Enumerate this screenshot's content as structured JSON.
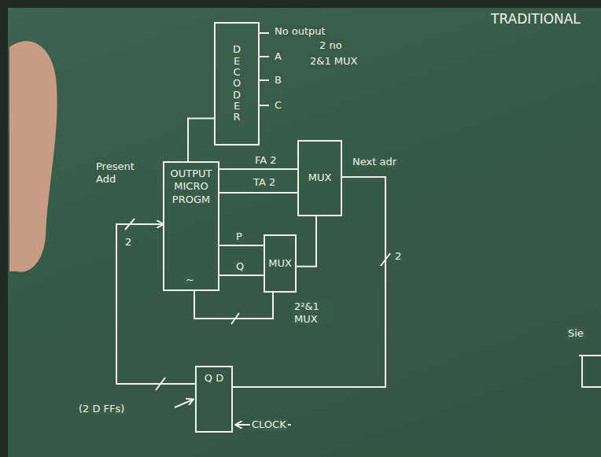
{
  "diagram": {
    "title": "TRADITIONAL",
    "nodes": [
      {
        "text": [
          "DECODER"
        ]
      },
      {
        "text": [
          "OUTPUT MICRO PROGM"
        ]
      },
      {
        "text": [
          "MUX"
        ]
      },
      {
        "text": [
          "MUX"
        ]
      },
      {
        "text": [
          "Q D"
        ]
      }
    ],
    "edges": [
      {
        "from": 1,
        "to": 0,
        "arrow": "none"
      },
      {
        "from": 1,
        "to": 2,
        "label": "FA 2",
        "arrow": "none"
      },
      {
        "from": 1,
        "to": 2,
        "label": "TA 2",
        "arrow": "none"
      },
      {
        "from": 3,
        "to": 2,
        "arrow": "none"
      },
      {
        "from": 1,
        "to": 3,
        "label": "P",
        "arrow": "none"
      },
      {
        "from": 1,
        "to": 3,
        "label": "Q",
        "arrow": "none"
      },
      {
        "from": 1,
        "to": 3,
        "arrow": "none"
      },
      {
        "from": 2,
        "to": 4,
        "label": "Next adr",
        "arrow": "none"
      },
      {
        "from": 4,
        "to": 1,
        "arrow": "to"
      }
    ],
    "labels": [
      "No output",
      "A",
      "B",
      "C",
      "2 no",
      "2&1 MUX",
      "Present Add",
      "2",
      "~",
      "2",
      "2²&1 MUX",
      "(2 D FFs)",
      "CLOCK",
      "Sie"
    ]
  }
}
